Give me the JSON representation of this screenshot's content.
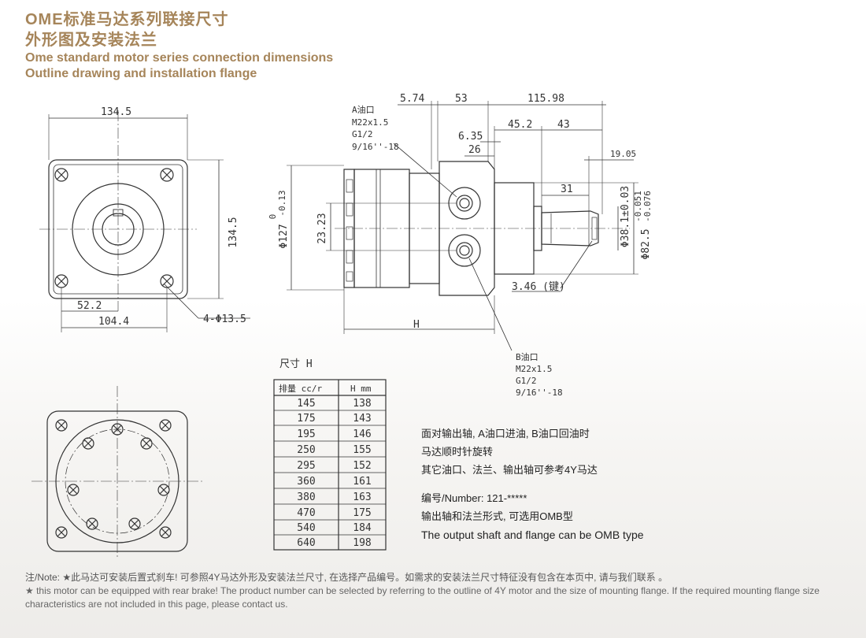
{
  "header": {
    "title_cn_1": "OME标准马达系列联接尺寸",
    "title_cn_2": "外形图及安装法兰",
    "title_en_1": "Ome standard motor series connection dimensions",
    "title_en_2": "Outline drawing and installation flange"
  },
  "front_view": {
    "width_dim": "134.5",
    "height_dim": "134.5",
    "dim_52": "52.2",
    "dim_104": "104.4",
    "holes": "4-Φ13.5"
  },
  "side_view": {
    "port_a": [
      "A油口",
      "M22x1.5",
      "G1/2",
      "9/16''-18"
    ],
    "port_b": [
      "B油口",
      "M22x1.5",
      "G1/2",
      "9/16''-18"
    ],
    "dim_574": "5.74",
    "dim_53": "53",
    "dim_11598": "115.98",
    "dim_635": "6.35",
    "dim_452": "45.2",
    "dim_43": "43",
    "dim_26": "26",
    "dim_1905": "19.05",
    "dim_31": "31",
    "dim_2323": "23.23",
    "dim_127": "Φ127",
    "dim_127_tol_top": "0",
    "dim_127_tol_bot": "-0.13",
    "dim_381": "Φ38.1±0.03",
    "dim_825": "Φ82.5",
    "dim_825_tol_top": "-0.051",
    "dim_825_tol_bot": "-0.076",
    "dim_key": "3.46 (键)",
    "dim_h": "H"
  },
  "table": {
    "caption": "尺寸 H",
    "col_headers": [
      "排量 cc/r",
      "H mm"
    ],
    "rows": [
      [
        "145",
        "138"
      ],
      [
        "175",
        "143"
      ],
      [
        "195",
        "146"
      ],
      [
        "250",
        "155"
      ],
      [
        "295",
        "152"
      ],
      [
        "360",
        "161"
      ],
      [
        "380",
        "163"
      ],
      [
        "470",
        "175"
      ],
      [
        "540",
        "184"
      ],
      [
        "640",
        "198"
      ]
    ]
  },
  "description": {
    "line1": "面对输出轴, A油口进油, B油口回油时",
    "line2": "马达顺时针旋转",
    "line3": "其它油口、法兰、输出轴可参考4Y马达",
    "number": "编号/Number: 121-*****",
    "line5": "输出轴和法兰形式, 可选用OMB型",
    "line6": "The output shaft and flange can be OMB type"
  },
  "footer": {
    "note_cn": "注/Note: ★此马达可安装后置式刹车! 可参照4Y马达外形及安装法兰尺寸, 在选择产品编号。如需求的安装法兰尺寸特征没有包含在本页中, 请与我们联系 。",
    "note_en": "★ this motor can be equipped with rear brake! The product number can be selected by referring to the outline of 4Y motor and the size of mounting flange. If the required mounting flange size characteristics are not included in this page, please contact us."
  },
  "colors": {
    "title": "#a6855a",
    "line": "#333333"
  }
}
